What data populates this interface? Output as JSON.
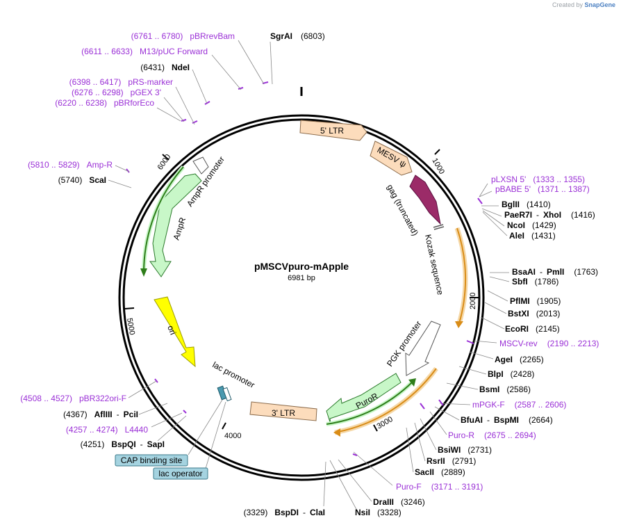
{
  "credit": {
    "created_by": "Created by",
    "brand": "SnapGene"
  },
  "plasmid": {
    "name": "pMSCVpuro-mApple",
    "length": "6981 bp"
  },
  "ticks": [
    "1000",
    "2000",
    "3000",
    "4000",
    "5000",
    "6000"
  ],
  "features": {
    "ltr5": "5' LTR",
    "mesv": "MESV ψ",
    "gag": "gag (truncated)",
    "kozak": "Kozak sequence",
    "pgk": "PGK promoter",
    "puror": "PuroR",
    "ltr3": "3' LTR",
    "lac": "lac promoter",
    "ori": "ori",
    "ampr": "AmpR",
    "ampr_prom": "AmpR promoter"
  },
  "boxes": {
    "cap": "CAP binding site",
    "lacop": "lac operator"
  },
  "sites_right": [
    {
      "name": "pLXSN 5'",
      "pos": "(1333 .. 1355)",
      "primer": true
    },
    {
      "name": "pBABE 5'",
      "pos": "(1371 .. 1387)",
      "primer": true
    },
    {
      "name": "BglII",
      "pos": "(1410)"
    },
    {
      "name": "PaeR7I",
      "name2": "XhoI",
      "pos": "(1416)"
    },
    {
      "name": "NcoI",
      "pos": "(1429)"
    },
    {
      "name": "AleI",
      "pos": "(1431)"
    },
    {
      "name": "BsaAI",
      "name2": "PmlI",
      "pos": "(1763)"
    },
    {
      "name": "SbfI",
      "pos": "(1786)"
    },
    {
      "name": "PflMI",
      "pos": "(1905)"
    },
    {
      "name": "BstXI",
      "pos": "(2013)"
    },
    {
      "name": "EcoRI",
      "pos": "(2145)"
    },
    {
      "name": "MSCV-rev",
      "pos": "(2190 .. 2213)",
      "primer": true
    },
    {
      "name": "AgeI",
      "pos": "(2265)"
    },
    {
      "name": "BlpI",
      "pos": "(2428)"
    },
    {
      "name": "BsmI",
      "pos": "(2586)"
    },
    {
      "name": "mPGK-F",
      "pos": "(2587 .. 2606)",
      "primer": true
    },
    {
      "name": "BfuAI",
      "name2": "BspMI",
      "pos": "(2664)"
    },
    {
      "name": "Puro-R",
      "pos": "(2675 .. 2694)",
      "primer": true
    },
    {
      "name": "BsiWI",
      "pos": "(2731)"
    },
    {
      "name": "RsrII",
      "pos": "(2791)"
    },
    {
      "name": "SacII",
      "pos": "(2889)"
    },
    {
      "name": "Puro-F",
      "pos": "(3171 .. 3191)",
      "primer": true
    },
    {
      "name": "DraIII",
      "pos": "(3246)"
    },
    {
      "name": "NsiI",
      "pos": "(3328)"
    }
  ],
  "sites_left": [
    {
      "name": "pBRrevBam",
      "pos": "(6761 .. 6780)",
      "primer": true
    },
    {
      "name": "SgrAI",
      "pos": "(6803)"
    },
    {
      "name": "M13/pUC Forward",
      "pos": "(6611 .. 6633)",
      "primer": true
    },
    {
      "name": "NdeI",
      "pos": "(6431)"
    },
    {
      "name": "pRS-marker",
      "pos": "(6398 .. 6417)",
      "primer": true
    },
    {
      "name": "pGEX 3'",
      "pos": "(6276 .. 6298)",
      "primer": true
    },
    {
      "name": "pBRforEco",
      "pos": "(6220 .. 6238)",
      "primer": true
    },
    {
      "name": "Amp-R",
      "pos": "(5810 .. 5829)",
      "primer": true
    },
    {
      "name": "ScaI",
      "pos": "(5740)"
    },
    {
      "name": "pBR322ori-F",
      "pos": "(4508 .. 4527)",
      "primer": true
    },
    {
      "name": "AflIII",
      "name2": "PciI",
      "pos": "(4367)"
    },
    {
      "name": "L4440",
      "pos": "(4257 .. 4274)",
      "primer": true
    },
    {
      "name": "BspQI",
      "name2": "SapI",
      "pos": "(4251)"
    },
    {
      "name": "BspDI",
      "name2": "ClaI",
      "pos": "(3329)"
    }
  ],
  "separator": "-",
  "colors": {
    "primer": "#9a2fd6",
    "ltr": "#fcdcbc",
    "mesv": "#fcdcbc",
    "gag": "#9b2b68",
    "ampr": "#c8f7c8",
    "ori": "#ffff00",
    "puror": "#c8f7c8",
    "orf": "#d98c17",
    "orf_green": "#2e7d1a"
  }
}
